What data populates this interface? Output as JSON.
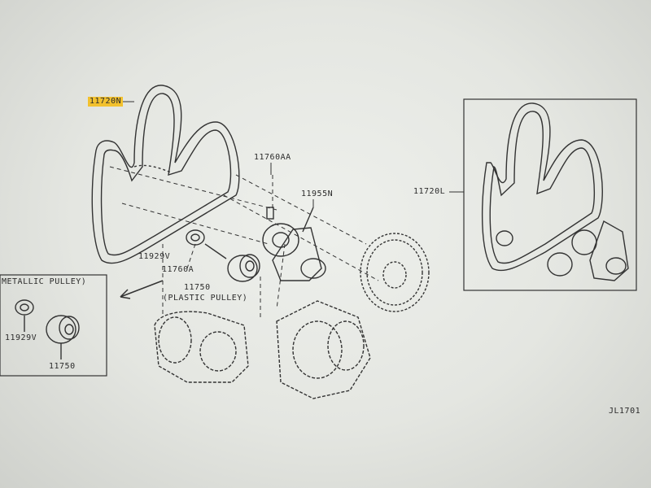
{
  "labels": {
    "belt_main": "11720N",
    "bracket_left_top": "11760AA",
    "tensioner": "11955N",
    "washer": "11929V",
    "idler_bolt": "11760A",
    "idler_pulley": "11750",
    "plastic_pulley": "(PLASTIC PULLEY)",
    "metallic_pulley": "METALLIC PULLEY)",
    "inset_washer": "11929V",
    "inset_pulley": "11750",
    "belt_alt": "11720L",
    "diagram_code": "JL1701"
  },
  "colors": {
    "highlight": "#f2c12e",
    "ink": "#2b2b2b",
    "paper": "#e8eae6"
  }
}
